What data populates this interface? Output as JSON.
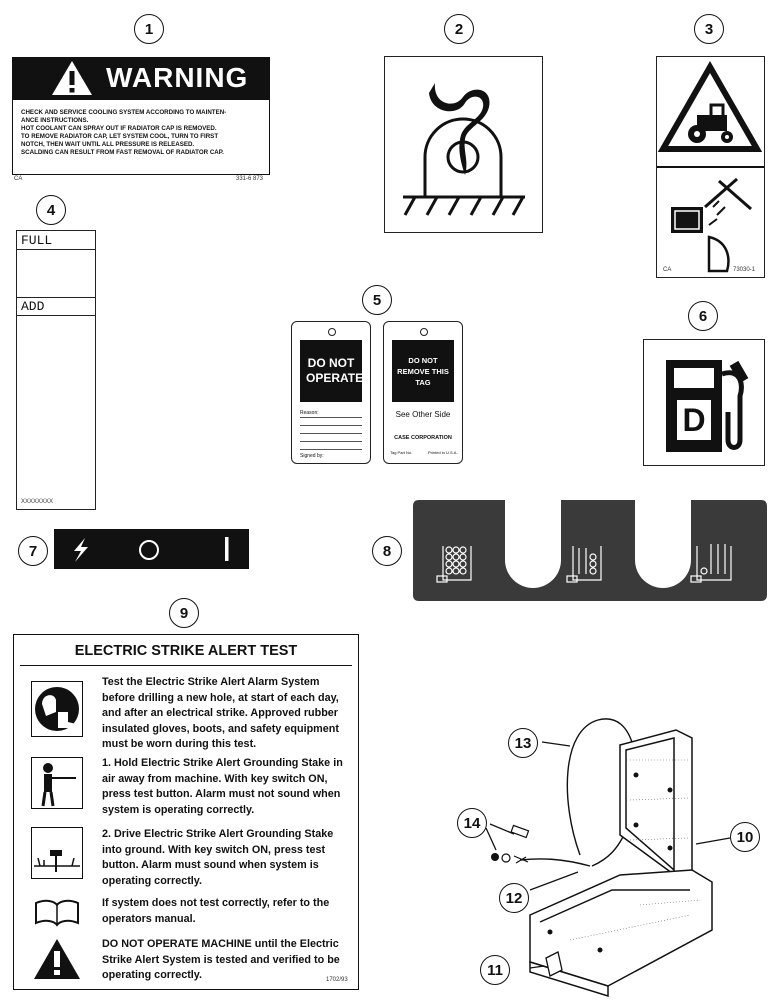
{
  "callouts": [
    "1",
    "2",
    "3",
    "4",
    "5",
    "6",
    "7",
    "8",
    "9",
    "10",
    "11",
    "12",
    "13",
    "14"
  ],
  "decal1": {
    "title": "WARNING",
    "lines": [
      "CHECK AND SERVICE COOLING SYSTEM ACCORDING TO MAINTEN-",
      "ANCE INSTRUCTIONS.",
      "HOT COOLANT CAN SPRAY OUT IF RADIATOR CAP IS REMOVED.",
      "TO REMOVE RADIATOR CAP, LET SYSTEM COOL, TURN TO FIRST",
      "NOTCH, THEN WAIT UNTIL ALL PRESSURE IS RELEASED.",
      "SCALDING CAN RESULT FROM FAST REMOVAL OF RADIATOR CAP."
    ],
    "code_left": "CA",
    "code_right": "331-6 873"
  },
  "decal3": {
    "code_left": "CA",
    "code_right": "73030-1"
  },
  "decal4": {
    "full": "FULL",
    "add": "ADD",
    "part": "XXXXXXXX"
  },
  "decal5": {
    "tag_left": {
      "heading": "DO NOT OPERATE",
      "reason": "Reason:",
      "signed": "Signed by:"
    },
    "tag_right": {
      "heading": "DO NOT REMOVE THIS TAG",
      "see": "See Other Side",
      "company": "CASE CORPORATION",
      "fine_left": "Tag Part No.",
      "fine_right": "Printed in U.S.A."
    }
  },
  "decal6": {
    "letter": "D"
  },
  "decal9": {
    "title": "ELECTRIC STRIKE  ALERT TEST",
    "steps": [
      "Test the Electric Strike Alert Alarm System before drilling a new hole, at start of each day, and after an electrical strike.   Approved rubber insulated gloves, boots, and safety equipment must be worn during this test.",
      "1. Hold Electric Strike Alert Grounding Stake in air away from machine.  With key switch ON, press test button.  Alarm must not sound when system is operating correctly.",
      "2. Drive  Electric Strike Alert Grounding Stake into ground.  With key switch ON, press test button. Alarm must sound when system is operating correctly.",
      "If system does not test correctly, refer to the operators manual.",
      "DO NOT OPERATE MACHINE until the Electric Strike Alert System is tested and verified to be operating correctly."
    ],
    "code": "1702/93"
  },
  "colors": {
    "ink": "#111111",
    "panel": "#3a3a3a",
    "paper": "#ffffff"
  }
}
